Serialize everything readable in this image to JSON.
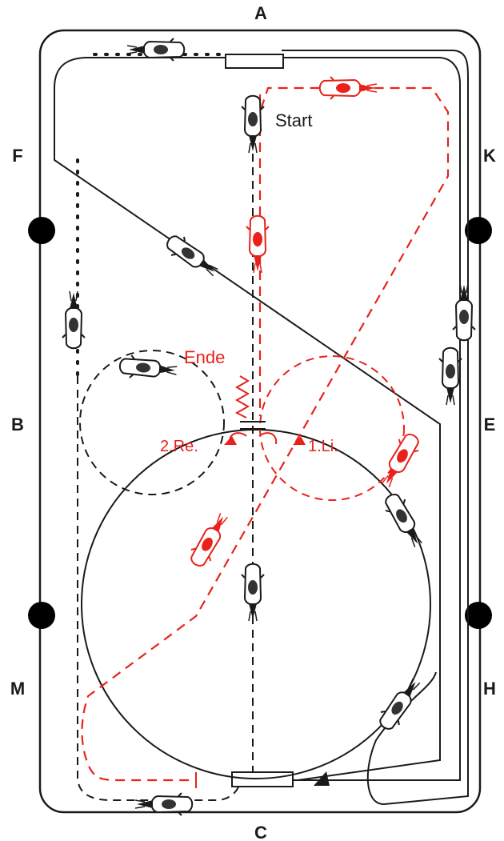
{
  "arena_letters": {
    "A": "A",
    "K": "K",
    "E": "E",
    "H": "H",
    "C": "C",
    "M": "M",
    "B": "B",
    "F": "F"
  },
  "labels": {
    "start": "Start",
    "ende": "Ende",
    "left_volte": "1.Li.",
    "right_volte": "2.Re."
  },
  "colors": {
    "track": "#1a1a1a",
    "red_route": "#e8221b",
    "background": "#ffffff"
  }
}
